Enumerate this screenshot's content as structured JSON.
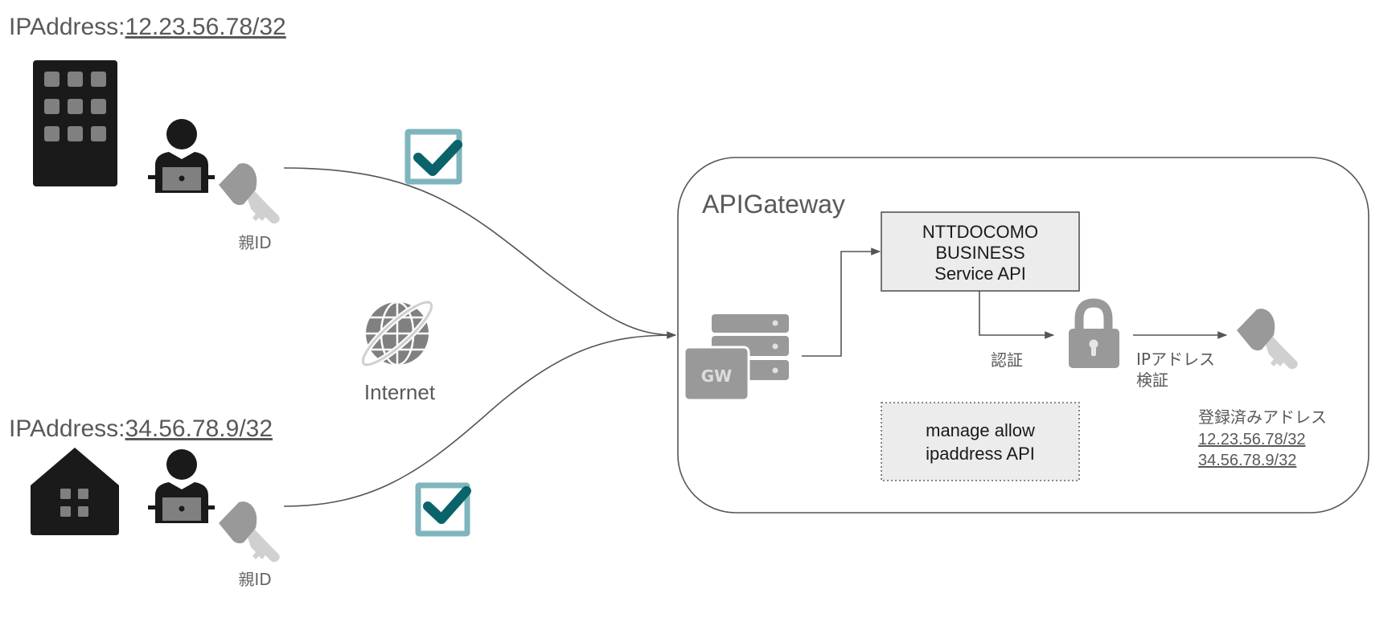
{
  "clients": [
    {
      "type": "office-building",
      "ip_label": "IPAddress:",
      "ip_value": "12.23.56.78/32",
      "key_label": "親ID",
      "verified": true
    },
    {
      "type": "home",
      "ip_label": "IPAddress:",
      "ip_value": "34.56.78.9/32",
      "key_label": "親ID",
      "verified": true
    }
  ],
  "network": {
    "label": "Internet",
    "icon": "globe-icon"
  },
  "gateway": {
    "title": "APIGateway",
    "gw_icon_text": "GW",
    "service_api": {
      "lines": [
        "NTTDOCOMO",
        "BUSINESS",
        "Service API"
      ]
    },
    "manage_api": {
      "lines": [
        "manage allow",
        "ipaddress API"
      ]
    },
    "auth_label": "認証",
    "ip_check_label": [
      "IPアドレス",
      "検証"
    ],
    "registered": {
      "title": "登録済みアドレス",
      "addresses": [
        "12.23.56.78/32",
        "34.56.78.9/32"
      ]
    }
  },
  "colors": {
    "check_border": "#7fb5bc",
    "check_mark": "#0a636b",
    "icon_dark": "#1a1a1a",
    "icon_gray": "#999999",
    "key_light": "#d0d0d0",
    "line": "#555555",
    "box_fill": "#ececec"
  }
}
